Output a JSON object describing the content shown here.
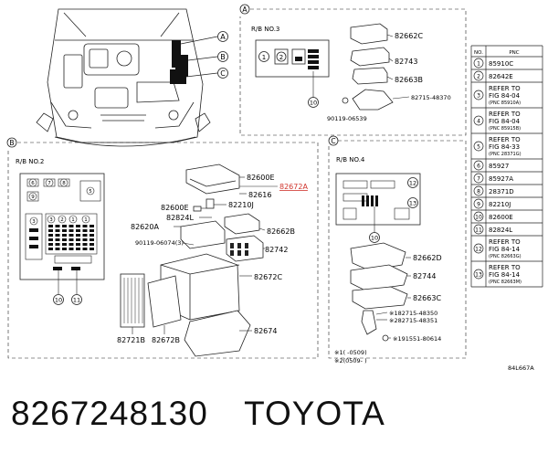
{
  "sections": {
    "a": {
      "letter": "A",
      "rb_label": "R/B NO.3"
    },
    "b": {
      "letter": "B",
      "rb_label": "R/B NO.2"
    },
    "c": {
      "letter": "C",
      "rb_label": "R/B NO.4"
    }
  },
  "callouts": {
    "a": "A",
    "b": "B",
    "c": "C"
  },
  "parts": {
    "a_82662c": "82662C",
    "a_82743": "82743",
    "a_82663b": "82663B",
    "a_82715": "82715-48370",
    "a_90119": "90119-06539",
    "b_82600e_top": "82600E",
    "b_82672a": "82672A",
    "b_82616": "82616",
    "b_82600e": "82600E",
    "b_82210j": "82210J",
    "b_82824l": "82824L",
    "b_82620a": "82620A",
    "b_82662b": "82662B",
    "b_90119": "90119-06074(3)",
    "b_82742": "82742",
    "b_82672c": "82672C",
    "b_82721b": "82721B",
    "b_82672b": "82672B",
    "b_82674": "82674",
    "c_82662d": "82662D",
    "c_82744": "82744",
    "c_82663c": "82663C",
    "c_82715_48350": "※182715-48350",
    "c_82715_48351": "※282715-48351",
    "c_91551": "※191551-80614",
    "c_note1": "※1(    -0509)",
    "c_note2": "※2(0509-    )"
  },
  "table": {
    "headers": [
      "NO.",
      "PNC"
    ],
    "rows": [
      {
        "no": "1",
        "pnc": [
          "85910C"
        ]
      },
      {
        "no": "2",
        "pnc": [
          "82642E"
        ]
      },
      {
        "no": "3",
        "pnc": [
          "REFER TO",
          "FIG 84-04",
          "(PNC 85910A)"
        ]
      },
      {
        "no": "4",
        "pnc": [
          "REFER TO",
          "FIG 84-04",
          "(PNC 85915B)"
        ]
      },
      {
        "no": "5",
        "pnc": [
          "REFER TO",
          "FIG 84-33",
          "(PNC 28371G)"
        ]
      },
      {
        "no": "6",
        "pnc": [
          "85927"
        ]
      },
      {
        "no": "7",
        "pnc": [
          "85927A"
        ]
      },
      {
        "no": "8",
        "pnc": [
          "28371D"
        ]
      },
      {
        "no": "9",
        "pnc": [
          "82210J"
        ]
      },
      {
        "no": "10",
        "pnc": [
          "82600E"
        ]
      },
      {
        "no": "11",
        "pnc": [
          "82824L"
        ]
      },
      {
        "no": "12",
        "pnc": [
          "REFER TO",
          "FIG 84-14",
          "(PNC 82663G)"
        ]
      },
      {
        "no": "13",
        "pnc": [
          "REFER TO",
          "FIG 84-14",
          "(PNC 82663M)"
        ]
      }
    ]
  },
  "figure_code": "84L667A",
  "footer": {
    "part_number": "8267248130",
    "brand": "TOYOTA"
  },
  "colors": {
    "highlight": "#d0342c",
    "line": "#222222"
  }
}
